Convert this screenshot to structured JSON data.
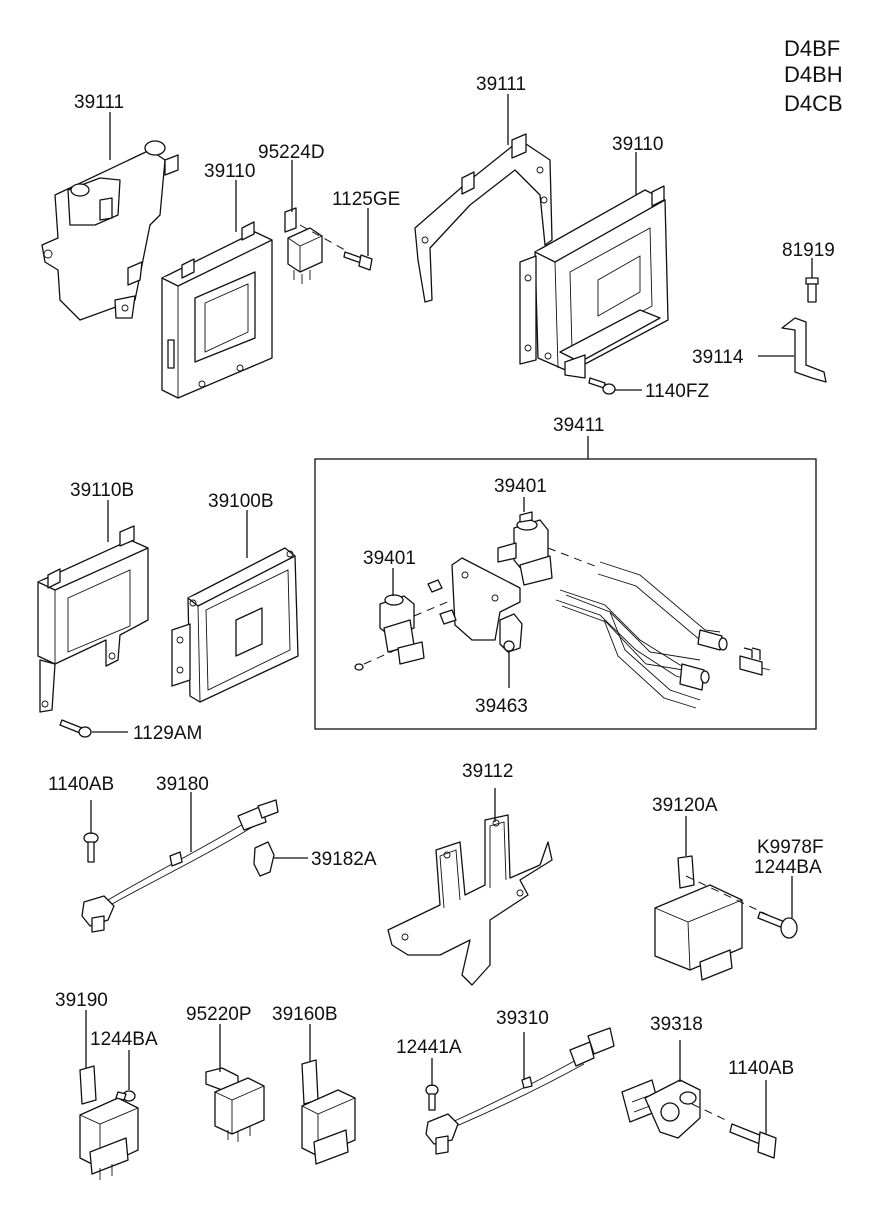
{
  "engine_codes": [
    "D4BF",
    "D4BH",
    "D4CB"
  ],
  "labels": {
    "p39111_left": "39111",
    "p39110_left": "39110",
    "p95224D": "95224D",
    "p1125GE": "1125GE",
    "p39111_right": "39111",
    "p39110_right": "39110",
    "p81919": "81919",
    "p39114": "39114",
    "p1140FZ": "1140FZ",
    "p39411": "39411",
    "p39401_top": "39401",
    "p39401_left": "39401",
    "p39463": "39463",
    "p39110B": "39110B",
    "p39100B": "39100B",
    "p1129AM": "1129AM",
    "p1140AB_left": "1140AB",
    "p39180": "39180",
    "p39182A": "39182A",
    "p39112": "39112",
    "p39120A": "39120A",
    "pK9978F": "K9978F",
    "p1244BA_right": "1244BA",
    "p39190": "39190",
    "p1244BA_left": "1244BA",
    "p95220P": "95220P",
    "p39160B": "39160B",
    "p12441A": "12441A",
    "p39310": "39310",
    "p39318": "39318",
    "p1140AB_right": "1140AB"
  }
}
